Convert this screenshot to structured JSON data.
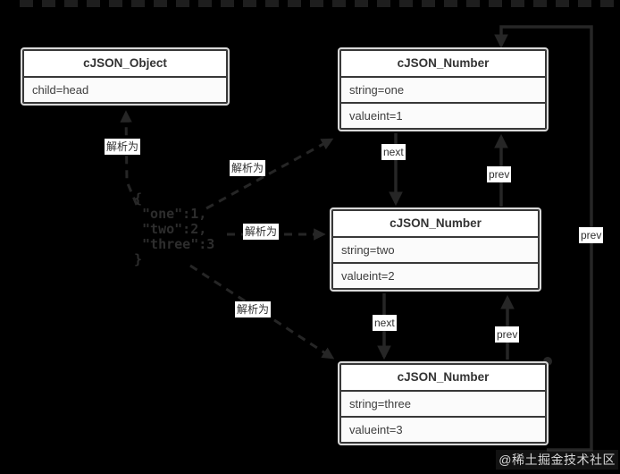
{
  "diagram": {
    "boxes": [
      {
        "id": "object",
        "title": "cJSON_Object",
        "rows": [
          "child=head"
        ]
      },
      {
        "id": "number1",
        "title": "cJSON_Number",
        "rows": [
          "string=one",
          "valueint=1"
        ]
      },
      {
        "id": "number2",
        "title": "cJSON_Number",
        "rows": [
          "string=two",
          "valueint=2"
        ]
      },
      {
        "id": "number3",
        "title": "cJSON_Number",
        "rows": [
          "string=three",
          "valueint=3"
        ]
      }
    ],
    "edge_labels": {
      "parse_object": "解析为",
      "parse_one": "解析为",
      "parse_two": "解析为",
      "parse_three": "解析为",
      "next1": "next",
      "prev1": "prev",
      "next2": "next",
      "prev2": "prev",
      "prev_wrap": "prev"
    },
    "json_snippet": "{\n \"one\":1,\n \"two\":2,\n \"three\":3\n}",
    "colors": {
      "background": "#000000",
      "box_fill": "#fafafa",
      "box_border": "#383838",
      "box_text": "#3d3d3d",
      "edge": "#262626",
      "label_chip_bg": "#ffffff",
      "watermark_text": "#d6d6d6"
    }
  },
  "watermark": "@稀土掘金技术社区"
}
